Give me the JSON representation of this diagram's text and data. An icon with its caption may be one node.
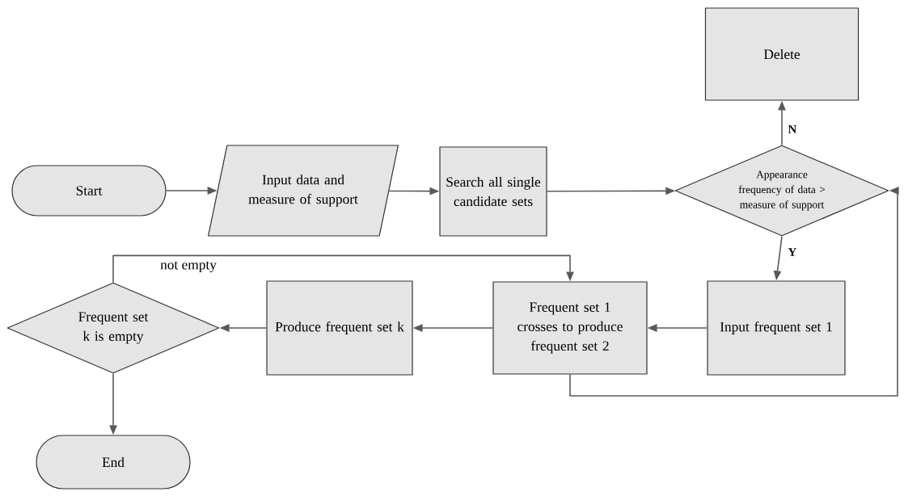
{
  "diagram": {
    "nodes": [
      {
        "text": [
          "Start"
        ]
      },
      {
        "text": [
          "Input data and measure of support"
        ]
      },
      {
        "text": [
          "Search all single candidate sets"
        ]
      },
      {
        "text": [
          "Delete"
        ]
      },
      {
        "text": [
          "Appearance frequency of data > measure of support"
        ]
      },
      {
        "text": [
          "Input frequent set 1"
        ]
      },
      {
        "text": [
          "Frequent set 1 crosses to produce frequent set 2"
        ]
      },
      {
        "text": [
          "Produce frequent set k"
        ]
      },
      {
        "text": [
          "Frequent set k is empty"
        ]
      },
      {
        "text": [
          "End"
        ]
      }
    ],
    "edges": [
      {
        "from": 0,
        "to": 1,
        "arrow": "to"
      },
      {
        "from": 1,
        "to": 2,
        "arrow": "to"
      },
      {
        "from": 2,
        "to": 4,
        "arrow": "to"
      },
      {
        "from": 4,
        "to": 3,
        "arrow": "to",
        "label": "N"
      },
      {
        "from": 4,
        "to": 5,
        "arrow": "to",
        "label": "Y"
      },
      {
        "from": 5,
        "to": 6,
        "arrow": "to"
      },
      {
        "from": 6,
        "to": 7,
        "arrow": "to"
      },
      {
        "from": 7,
        "to": 8,
        "arrow": "to"
      },
      {
        "from": 8,
        "to": 9,
        "arrow": "to"
      },
      {
        "from": 8,
        "to": 6,
        "arrow": "to",
        "label": "not empty"
      },
      {
        "from": 6,
        "to": 4,
        "arrow": "to"
      }
    ]
  }
}
